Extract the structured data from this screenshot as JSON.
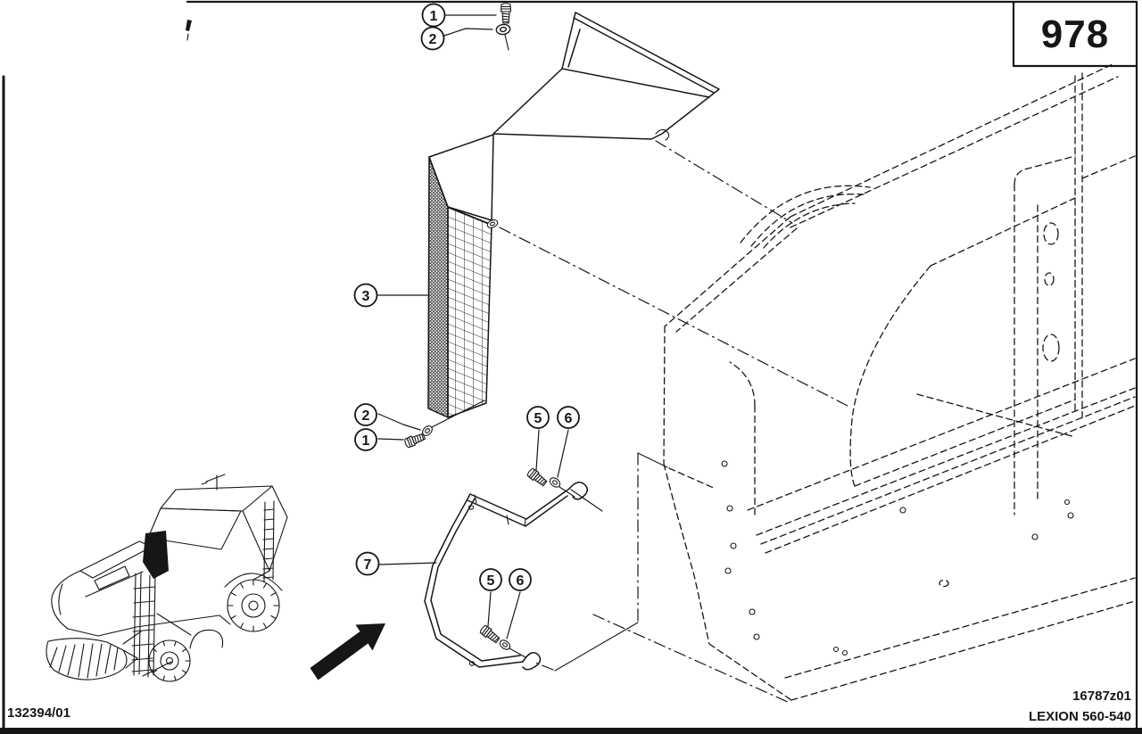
{
  "page": {
    "number": "978",
    "code_left": "132394/01",
    "drawing_code": "16787z01",
    "model_line": "LEXION 560-540"
  },
  "colors": {
    "ink": "#161616",
    "paper": "#ffffff"
  },
  "diagram": {
    "callouts": [
      {
        "label": "1"
      },
      {
        "label": "2"
      },
      {
        "label": "3"
      },
      {
        "label": "2"
      },
      {
        "label": "1"
      },
      {
        "label": "5"
      },
      {
        "label": "6"
      },
      {
        "label": "7"
      },
      {
        "label": "5"
      },
      {
        "label": "6"
      }
    ],
    "icons": {
      "direction_arrow": "➔"
    }
  }
}
